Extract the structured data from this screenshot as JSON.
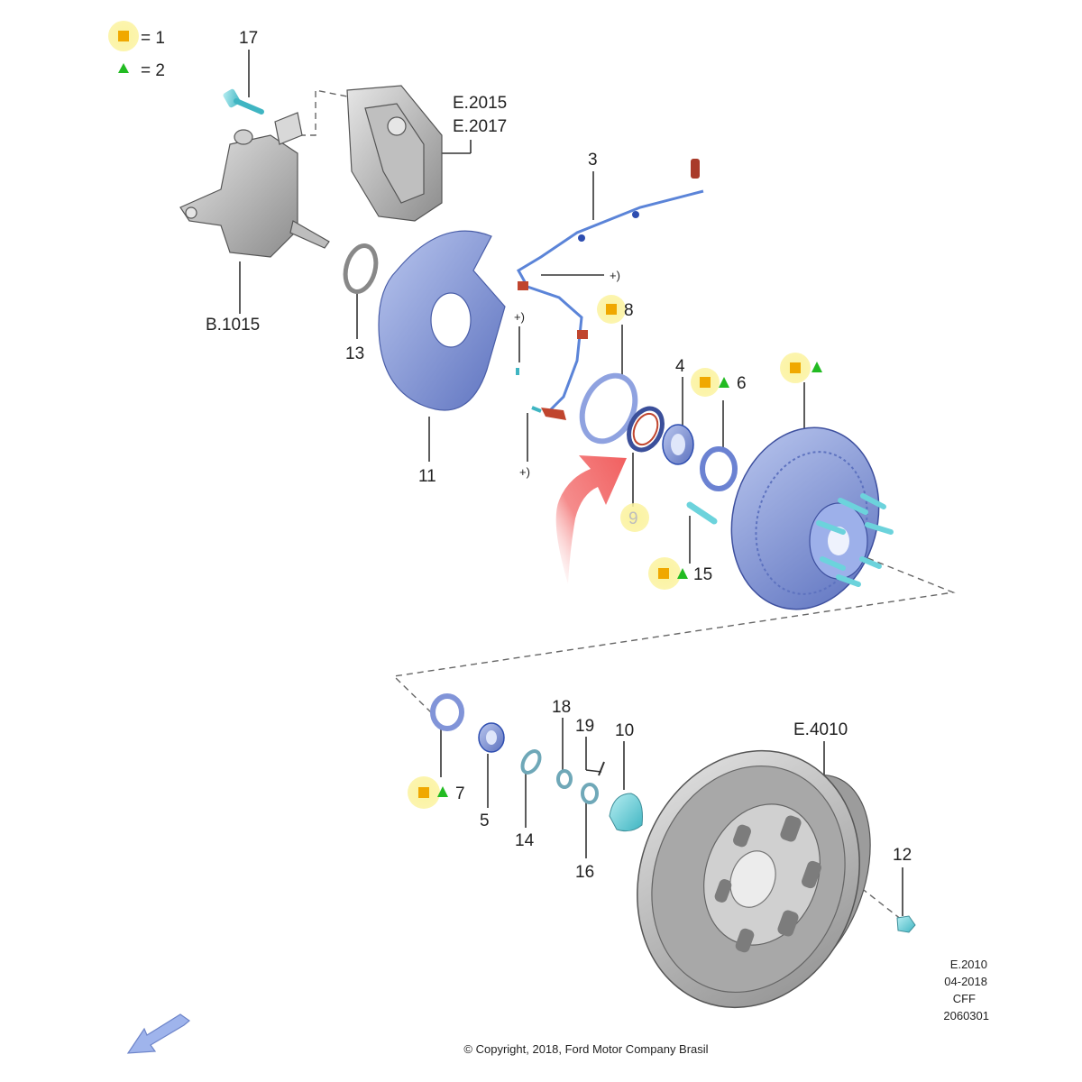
{
  "legend": [
    {
      "symbol": "square-marker",
      "value": "= 1"
    },
    {
      "symbol": "triangle-marker",
      "value": "= 2"
    }
  ],
  "callouts": {
    "c17": "17",
    "cE2015": "E.2015",
    "cE2017": "E.2017",
    "c3": "3",
    "cB1015": "B.1015",
    "c13": "13",
    "c11": "11",
    "cplus1": "+)",
    "cplus2": "+)",
    "cplus3": "+)",
    "c8": "8",
    "c4": "4",
    "c6": "6",
    "c9": "9",
    "c15": "15",
    "c18": "18",
    "c19": "19",
    "c10": "10",
    "cE4010": "E.4010",
    "c7": "7",
    "c5": "5",
    "c14": "14",
    "c16": "16",
    "c12": "12"
  },
  "reference": [
    "E.2010",
    "04-2018",
    "CFF",
    "2060301"
  ],
  "copyright": "© Copyright, 2018, Ford Motor Company Brasil",
  "colors": {
    "marker_square": "#f0a800",
    "marker_triangle": "#22bb22",
    "highlight": "#fbf3a0",
    "part_blue": "#7f95d6",
    "part_cyan": "#6cd3dc",
    "part_grey": "#a9a9a9",
    "arrow_red": "#f36b6b"
  }
}
